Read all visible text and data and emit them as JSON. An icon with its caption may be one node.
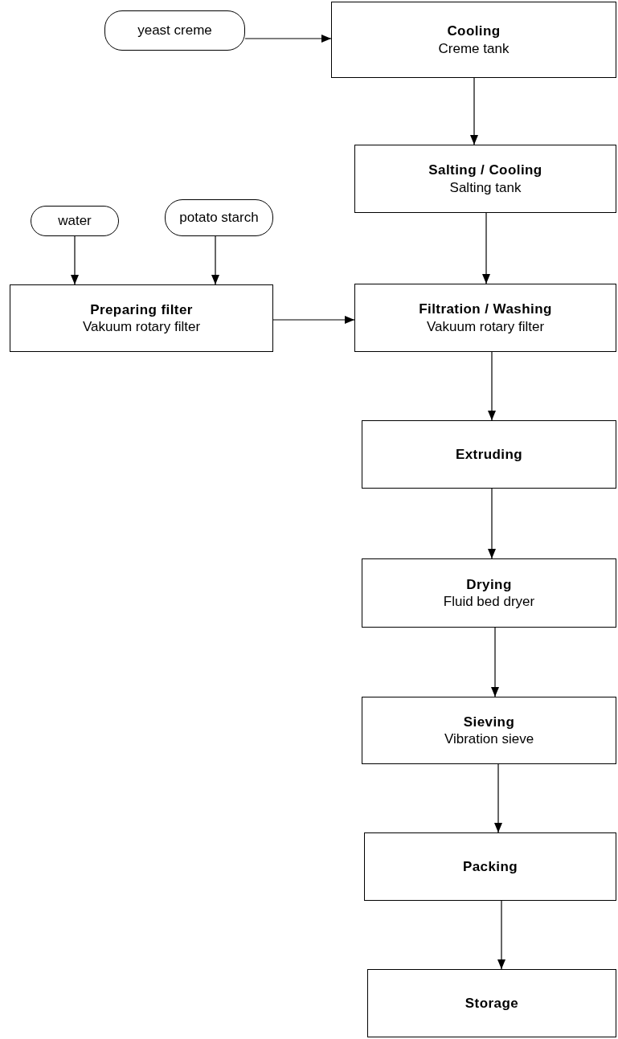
{
  "diagram": {
    "nodes": [
      {
        "text": [
          "yeast creme"
        ]
      },
      {
        "text": [
          "Cooling",
          "Creme tank"
        ]
      },
      {
        "text": [
          "Salting / Cooling",
          "Salting tank"
        ]
      },
      {
        "text": [
          "water"
        ]
      },
      {
        "text": [
          "potato starch"
        ]
      },
      {
        "text": [
          "Preparing filter",
          "Vakuum rotary filter"
        ]
      },
      {
        "text": [
          "Filtration / Washing",
          "Vakuum rotary filter"
        ]
      },
      {
        "text": [
          "Extruding"
        ]
      },
      {
        "text": [
          "Drying",
          "Fluid bed dryer"
        ]
      },
      {
        "text": [
          "Sieving",
          "Vibration sieve"
        ]
      },
      {
        "text": [
          "Packing"
        ]
      },
      {
        "text": [
          "Storage"
        ]
      }
    ],
    "edges": [
      {
        "from": 0,
        "to": 1,
        "arrow": "to"
      },
      {
        "from": 1,
        "to": 2,
        "arrow": "to"
      },
      {
        "from": 2,
        "to": 6,
        "arrow": "to"
      },
      {
        "from": 3,
        "to": 5,
        "arrow": "to"
      },
      {
        "from": 4,
        "to": 5,
        "arrow": "to"
      },
      {
        "from": 5,
        "to": 6,
        "arrow": "to"
      },
      {
        "from": 6,
        "to": 7,
        "arrow": "to"
      },
      {
        "from": 7,
        "to": 8,
        "arrow": "to"
      },
      {
        "from": 8,
        "to": 9,
        "arrow": "to"
      },
      {
        "from": 9,
        "to": 10,
        "arrow": "to"
      },
      {
        "from": 10,
        "to": 11,
        "arrow": "to"
      }
    ]
  }
}
